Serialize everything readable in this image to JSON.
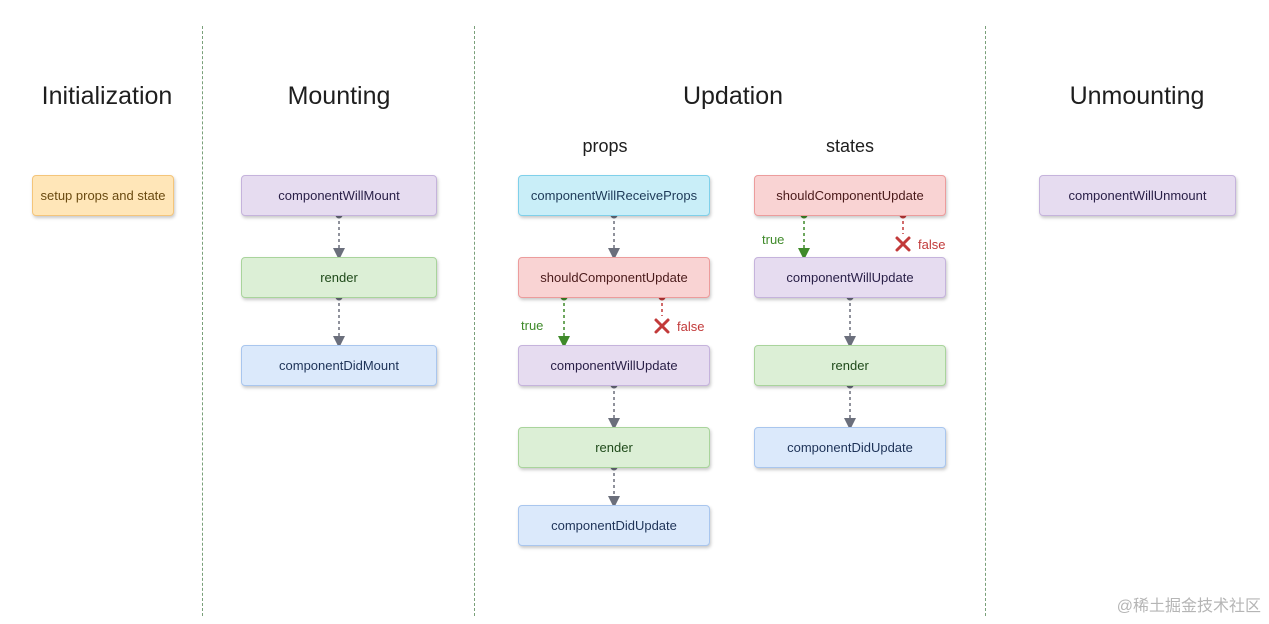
{
  "phases": {
    "initialization": "Initialization",
    "mounting": "Mounting",
    "updation": "Updation",
    "unmounting": "Unmounting"
  },
  "subphases": {
    "props": "props",
    "states": "states"
  },
  "init": {
    "setup": "setup props and state"
  },
  "mount": {
    "will_mount": "componentWillMount",
    "render": "render",
    "did_mount": "componentDidMount"
  },
  "props_flow": {
    "will_receive": "componentWillReceiveProps",
    "should_update": "shouldComponentUpdate",
    "will_update": "componentWillUpdate",
    "render": "render",
    "did_update": "componentDidUpdate",
    "true_label": "true",
    "false_label": "false"
  },
  "states_flow": {
    "should_update": "shouldComponentUpdate",
    "will_update": "componentWillUpdate",
    "render": "render",
    "did_update": "componentDidUpdate",
    "true_label": "true",
    "false_label": "false"
  },
  "unmount": {
    "will_unmount": "componentWillUnmount"
  },
  "watermark": "@稀土掘金技术社区",
  "colors": {
    "divider": "#7aa07a",
    "arrow": "#6b6f7c",
    "true_arrow": "#3f8a2a",
    "false_arrow": "#c23a3a"
  }
}
